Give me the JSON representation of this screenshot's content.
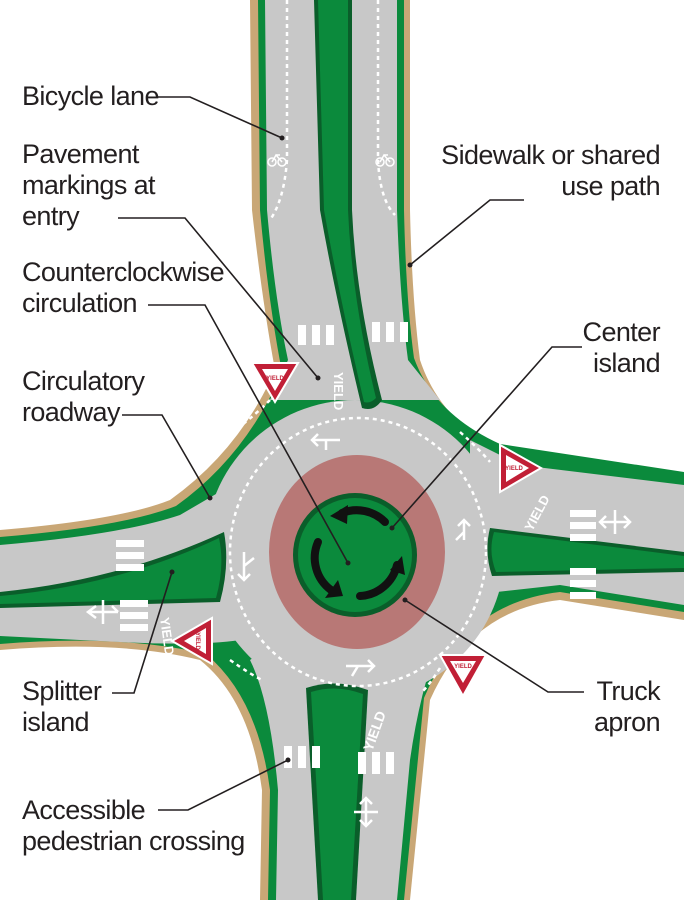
{
  "labels": {
    "bicycle_lane": [
      "Bicycle lane"
    ],
    "pavement_markings": [
      "Pavement",
      "markings at",
      "entry"
    ],
    "counterclockwise": [
      "Counterclockwise",
      "circulation"
    ],
    "circulatory_roadway": [
      "Circulatory",
      "roadway"
    ],
    "sidewalk": [
      "Sidewalk or shared",
      "use path"
    ],
    "center_island": [
      "Center",
      "island"
    ],
    "splitter_island": [
      "Splitter",
      "island"
    ],
    "truck_apron": [
      "Truck",
      "apron"
    ],
    "accessible_crossing": [
      "Accessible",
      "pedestrian crossing"
    ]
  },
  "signs": {
    "yield": "YIELD"
  },
  "colors": {
    "road": "#c8c8c8",
    "sidewalk": "#c9a776",
    "green": "#0b8a3c",
    "dark_green": "#0a5e2a",
    "apron": "#b87876",
    "marking": "#ffffff",
    "sign_red": "#c11f36",
    "leader": "#231f20"
  }
}
